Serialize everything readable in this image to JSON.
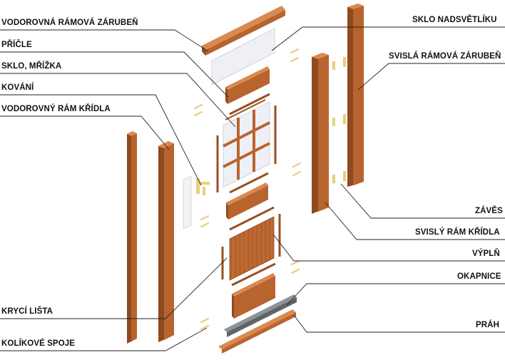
{
  "labels_left": [
    "VODOROVNÁ RÁMOVÁ ZÁRUBEŇ",
    "PŘÍČLE",
    "SKLO, MŘÍŽKA",
    "KOVÁNÍ",
    "VODOROVNÝ RÁM KŘÍDLA",
    "KRYCÍ LIŠTA",
    "KOLÍKOVÉ SPOJE"
  ],
  "labels_right": [
    "SKLO NADSVĚTLÍKU",
    "SVISLÁ RÁMOVÁ ZÁRUBEŇ",
    "ZÁVĚS",
    "SVISLÝ RÁM KŘÍDLA",
    "VÝPLŇ",
    "OKAPNICE",
    "PRÁH"
  ],
  "colors": {
    "wood_front": "#b8642e",
    "wood_side": "#8f4a1f",
    "wood_top": "#d98a4f",
    "glass": "#eef0f6",
    "sill_metal": "#5e6467",
    "hardware": "#e8cf7a",
    "leader": "#222222"
  }
}
